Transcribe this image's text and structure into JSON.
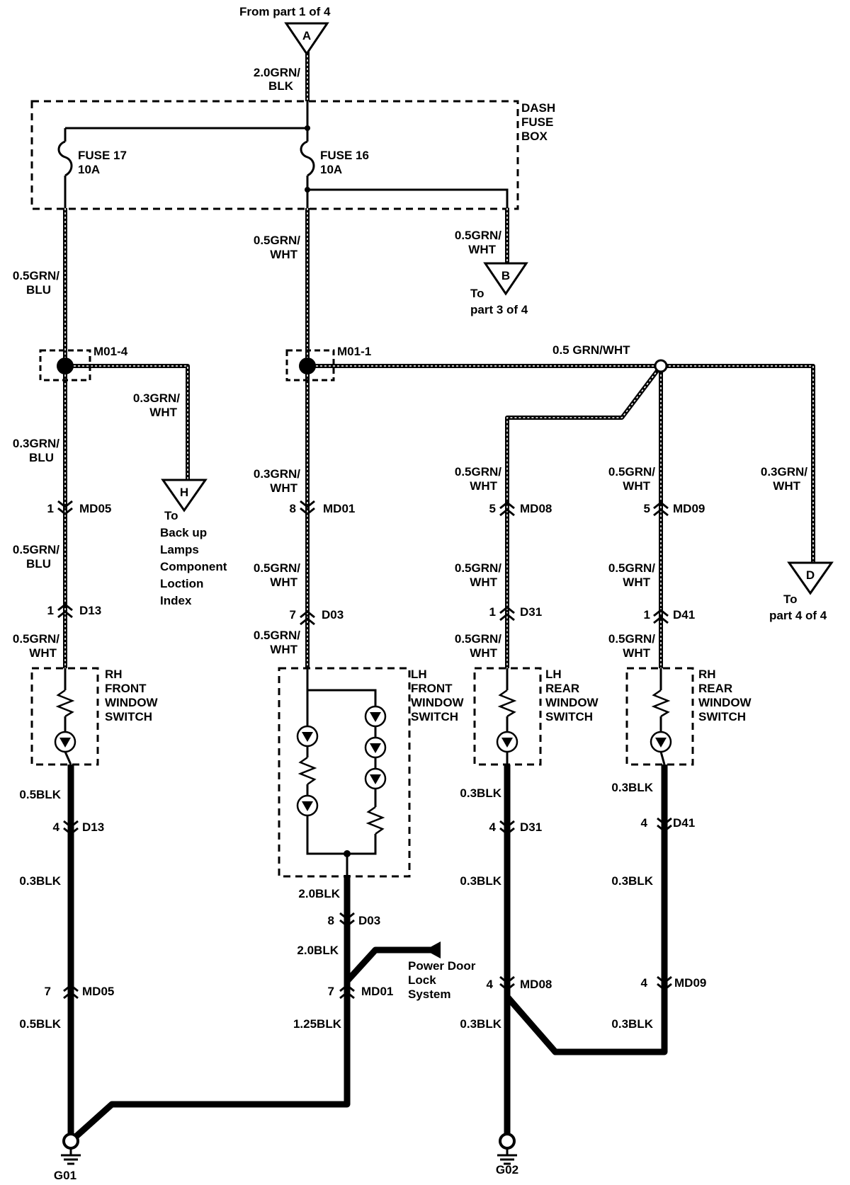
{
  "header": {
    "from_label": "From  part 1 of 4"
  },
  "fuse_box": {
    "label_1": "DASH",
    "label_2": "FUSE",
    "label_3": "BOX",
    "fuse17_name": "FUSE 17",
    "fuse17_rating": "10A",
    "fuse16_name": "FUSE 16",
    "fuse16_rating": "10A"
  },
  "markers": {
    "a": "A",
    "b": "B",
    "d": "D",
    "h": "H"
  },
  "wire_labels": {
    "top_1": "2.0GRN/",
    "top_2": "BLK",
    "fuse16_out_1": "0.5GRN/",
    "fuse16_out_2": "WHT",
    "to_b_1": "0.5GRN/",
    "to_b_2": "WHT",
    "fuse17_out_1": "0.5GRN/",
    "fuse17_out_2": "BLU",
    "bus": "0.5 GRN/WHT",
    "to_h_1": "0.3GRN/",
    "to_h_2": "WHT",
    "c1_a_1": "0.3GRN/",
    "c1_a_2": "BLU",
    "c1_b_1": "0.5GRN/",
    "c1_b_2": "BLU",
    "c1_c_1": "0.5GRN/",
    "c1_c_2": "WHT",
    "c1_d": "0.5BLK",
    "c1_e": "0.3BLK",
    "c1_f": "0.5BLK",
    "c2_a_1": "0.3GRN/",
    "c2_a_2": "WHT",
    "c2_b_1": "0.5GRN/",
    "c2_b_2": "WHT",
    "c2_c_1": "0.5GRN/",
    "c2_c_2": "WHT",
    "c2_d": "2.0BLK",
    "c2_e": "2.0BLK",
    "c2_f": "1.25BLK",
    "c3_a_1": "0.5GRN/",
    "c3_a_2": "WHT",
    "c3_b_1": "0.5GRN/",
    "c3_b_2": "WHT",
    "c3_c_1": "0.5GRN/",
    "c3_c_2": "WHT",
    "c3_d": "0.3BLK",
    "c3_e": "0.3BLK",
    "c3_f": "0.3BLK",
    "c4_a_1": "0.5GRN/",
    "c4_a_2": "WHT",
    "c4_b_1": "0.5GRN/",
    "c4_b_2": "WHT",
    "c4_c_1": "0.5GRN/",
    "c4_c_2": "WHT",
    "c4_d": "0.3BLK",
    "c4_e": "0.3BLK",
    "c4_f": "0.3BLK",
    "c5_a_1": "0.3GRN/",
    "c5_a_2": "WHT"
  },
  "splices": {
    "m01_4": "M01-4",
    "m01_1": "M01-1"
  },
  "connectors": {
    "md05_top": {
      "pin": "1",
      "name": "MD05"
    },
    "d13_top": {
      "pin": "1",
      "name": "D13"
    },
    "d13_bot": {
      "pin": "4",
      "name": "D13"
    },
    "md05_bot": {
      "pin": "7",
      "name": "MD05"
    },
    "md01_top": {
      "pin": "8",
      "name": "MD01"
    },
    "d03_top": {
      "pin": "7",
      "name": "D03"
    },
    "d03_bot": {
      "pin": "8",
      "name": "D03"
    },
    "md01_bot": {
      "pin": "7",
      "name": "MD01"
    },
    "md08_top": {
      "pin": "5",
      "name": "MD08"
    },
    "d31_top": {
      "pin": "1",
      "name": "D31"
    },
    "d31_bot": {
      "pin": "4",
      "name": "D31"
    },
    "md08_bot": {
      "pin": "4",
      "name": "MD08"
    },
    "md09_top": {
      "pin": "5",
      "name": "MD09"
    },
    "d41_top": {
      "pin": "1",
      "name": "D41"
    },
    "d41_bot": {
      "pin": "4",
      "name": "D41"
    },
    "md09_bot": {
      "pin": "4",
      "name": "MD09"
    }
  },
  "switches": {
    "rh_front": [
      "RH",
      "FRONT",
      "WINDOW",
      "SWITCH"
    ],
    "lh_front": [
      "LH",
      "FRONT",
      "WINDOW",
      "SWITCH"
    ],
    "lh_rear": [
      "LH",
      "REAR",
      "WINDOW",
      "SWITCH"
    ],
    "rh_rear": [
      "RH",
      "REAR",
      "WINDOW",
      "SWITCH"
    ]
  },
  "destinations": {
    "b": [
      "To",
      "part 3 of 4"
    ],
    "h": [
      "To",
      "Back up",
      "Lamps",
      "Component",
      "Loction",
      "Index"
    ],
    "d": [
      "To",
      "part 4 of 4"
    ],
    "power_door": [
      "Power Door",
      "Lock",
      "System"
    ]
  },
  "grounds": {
    "g01": "G01",
    "g02": "G02"
  }
}
